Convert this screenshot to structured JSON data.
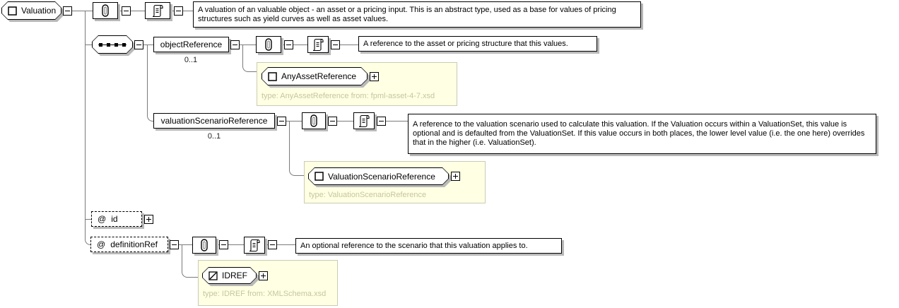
{
  "diagram": {
    "root_element": {
      "label": "Valuation"
    },
    "root_doc": "A valuation of an valuable object - an asset or a pricing input. This is an abstract type, used as a base for values of pricing structures such as yield curves as well as asset values.",
    "object_reference": {
      "label": "objectReference",
      "cardinality": "0..1",
      "doc": "A reference to the asset or pricing structure that this values.",
      "type_ref": {
        "label": "AnyAssetReference",
        "note": "type: AnyAssetReference from: fpml-asset-4-7.xsd"
      }
    },
    "valuation_scenario_reference": {
      "label": "valuationScenarioReference",
      "cardinality": "0..1",
      "doc": "A reference to the valuation scenario used to calculate this valuation. If the Valuation occurs within a ValuationSet, this value is optional and is defaulted from the ValuationSet. If this value occurs in both places, the lower level value (i.e. the one here) overrides that in the higher (i.e. ValuationSet).",
      "type_ref": {
        "label": "ValuationScenarioReference",
        "note": "type: ValuationScenarioReference"
      }
    },
    "attr_id": {
      "prefix": "@",
      "label": "id"
    },
    "attr_definition_ref": {
      "prefix": "@",
      "label": "definitionRef",
      "doc": "An optional reference to the scenario that this valuation applies to.",
      "type_ref": {
        "label": "IDREF",
        "note": "type: IDREF from: XMLSchema.xsd"
      }
    }
  },
  "colors": {
    "panel_bg": "#ffffe3",
    "type_note_text": "#c6c6a2",
    "shadow": "#b9b9b9",
    "connector": "#7a7a7a"
  }
}
